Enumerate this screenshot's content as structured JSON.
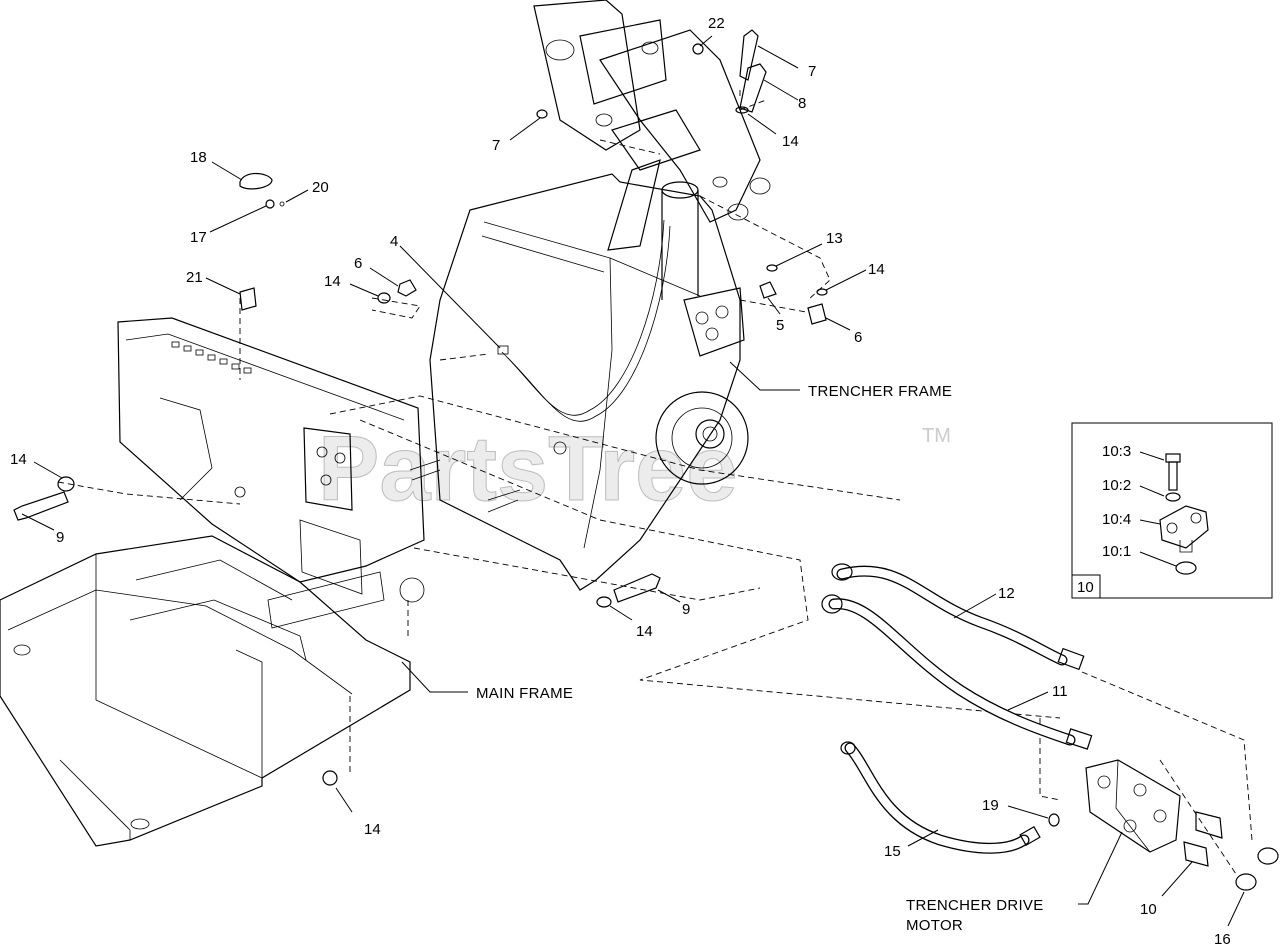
{
  "watermark": {
    "text": "PartsTree",
    "tm": "TM"
  },
  "callouts": {
    "c22": "22",
    "c7a": "7",
    "c8": "8",
    "c14a": "14",
    "c7b": "7",
    "c18": "18",
    "c20": "20",
    "c17": "17",
    "c13": "13",
    "c14b": "14",
    "c4": "4",
    "c6a": "6",
    "c14c": "14",
    "c5": "5",
    "c6b": "6",
    "c21": "21",
    "c14d": "14",
    "c9a": "9",
    "c9b": "9",
    "c14e": "14",
    "c12": "12",
    "c11": "11",
    "c19": "19",
    "c15": "15",
    "c14f": "14",
    "c10": "10",
    "c16": "16"
  },
  "captions": {
    "trencher_frame": "TRENCHER FRAME",
    "main_frame": "MAIN FRAME",
    "drive_motor_line1": "TRENCHER DRIVE",
    "drive_motor_line2": "MOTOR"
  },
  "inset": {
    "labels": {
      "l103": "10:3",
      "l102": "10:2",
      "l104": "10:4",
      "l101": "10:1"
    },
    "box_number": "10"
  }
}
